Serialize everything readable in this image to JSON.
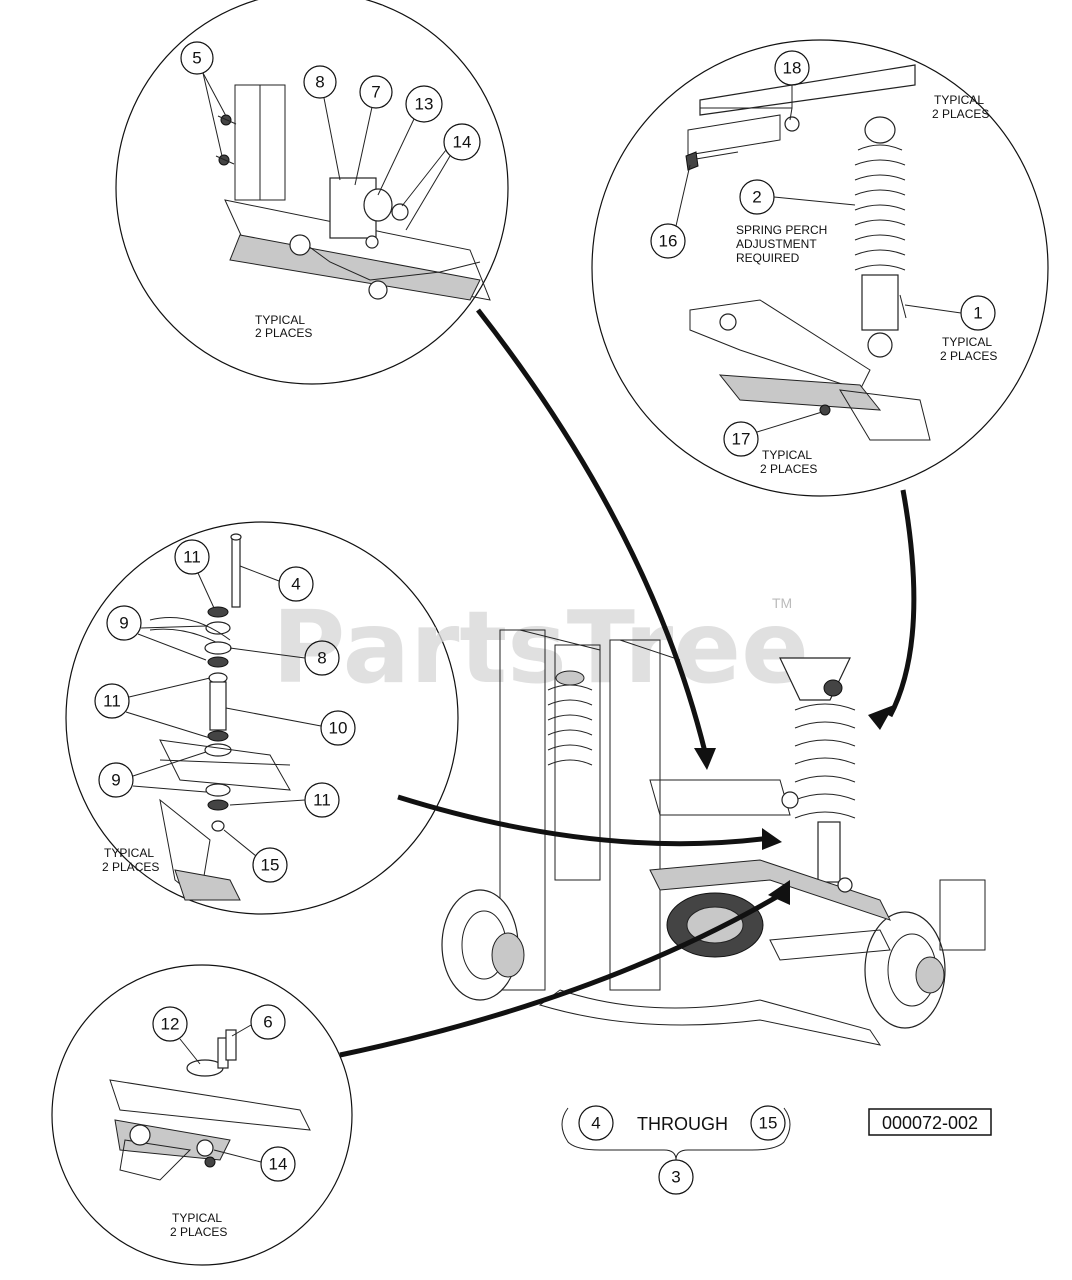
{
  "watermark": {
    "text": "PartsTree",
    "tm": "TM"
  },
  "diagram_id": "000072-002",
  "callouts": {
    "c1": "1",
    "c2": "2",
    "c18": "18",
    "c16": "16",
    "c17": "17",
    "c5": "5",
    "c8a": "8",
    "c7": "7",
    "c13": "13",
    "c14a": "14",
    "c11a": "11",
    "c4": "4",
    "c9a": "9",
    "c8b": "8",
    "c11b": "11",
    "c10": "10",
    "c9b": "9",
    "c11c": "11",
    "c15": "15",
    "c12": "12",
    "c6": "6",
    "c14b": "14",
    "c4b": "4",
    "c15b": "15",
    "c3": "3"
  },
  "labels": {
    "typical": "TYPICAL",
    "places": "2 PLACES",
    "spring_perch_1": "SPRING PERCH",
    "spring_perch_2": "ADJUSTMENT",
    "spring_perch_3": "REQUIRED",
    "through": "THROUGH"
  }
}
